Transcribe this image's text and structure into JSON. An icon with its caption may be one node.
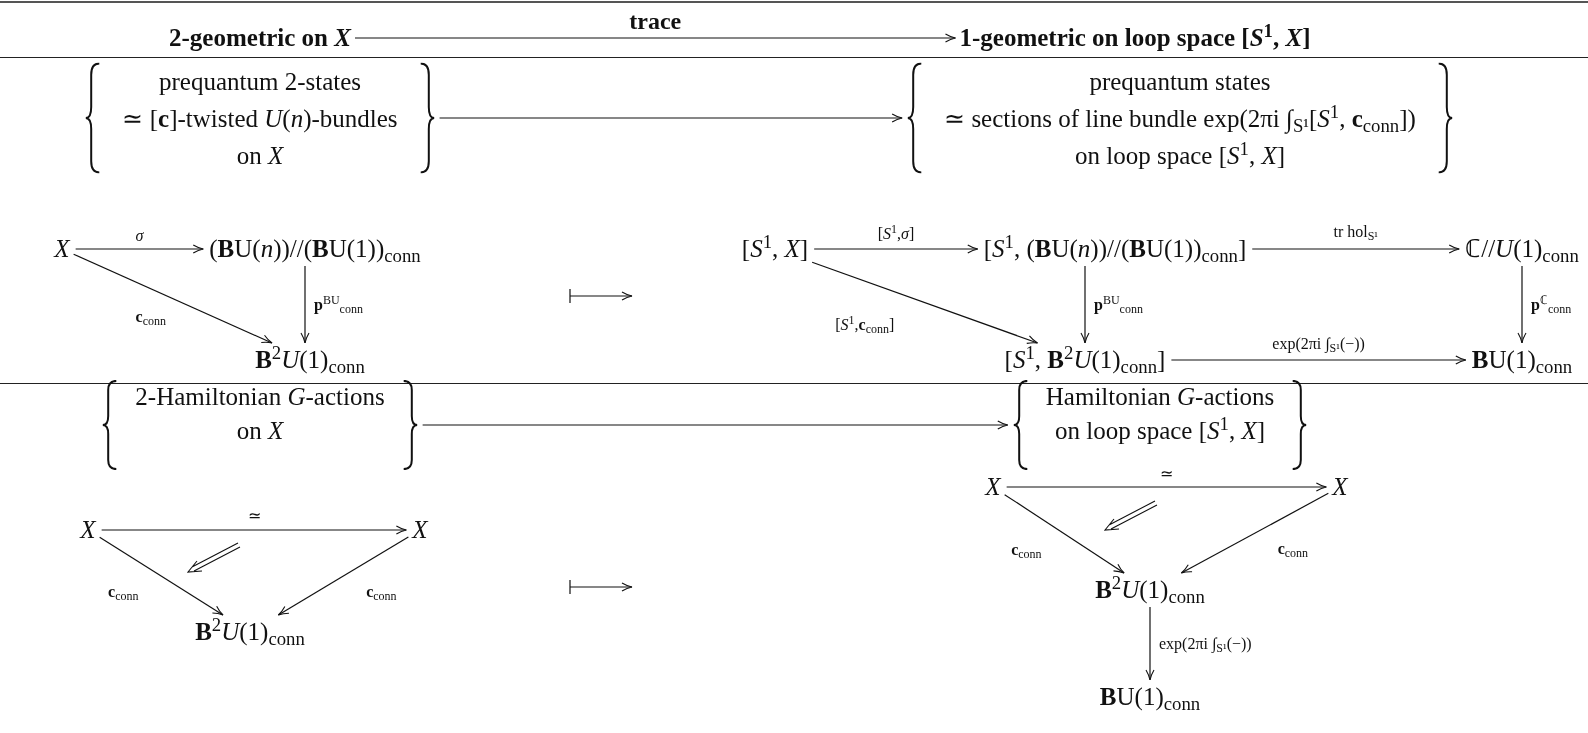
{
  "diagram": {
    "nodes": [
      {
        "text": [
          "2-geometric on *X*"
        ]
      },
      {
        "text": [
          "1-geometric on loop space [*S*$^{1}$, *X*]"
        ]
      },
      {
        "text": [
          "prequantum 2-states",
          "≃ [**c**]-twisted *U*(*n*)-bundles",
          "on *X*"
        ]
      },
      {
        "text": [
          "prequantum states",
          "≃ sections of line bundle exp(2πi ∫$_{S¹}$[*S*$^{1}$, **c**$_{conn}$])",
          "on loop space [*S*$^{1}$, *X*]"
        ]
      },
      {
        "text": [
          "*X*"
        ]
      },
      {
        "text": [
          "(**B**U(*n*))//(**B**U(1))$_{conn}$"
        ]
      },
      {
        "text": [
          "**B**$^{2}$*U*(1)$_{conn}$"
        ]
      },
      {
        "text": [
          "[*S*$^{1}$, *X*]"
        ]
      },
      {
        "text": [
          "[*S*$^{1}$, (**B**U(*n*))//(**B**U(1))$_{conn}$]"
        ]
      },
      {
        "text": [
          "ℂ//*U*(1)$_{conn}$"
        ]
      },
      {
        "text": [
          "[*S*$^{1}$, **B**$^{2}$*U*(1)$_{conn}$]"
        ]
      },
      {
        "text": [
          "**B**U(1)$_{conn}$"
        ]
      },
      {
        "text": [
          "2-Hamiltonian *G*-actions",
          "on *X*"
        ]
      },
      {
        "text": [
          "Hamiltonian *G*-actions",
          "on loop space [*S*$^{1}$, *X*]"
        ]
      },
      {
        "text": [
          "*X*"
        ]
      },
      {
        "text": [
          "*X*"
        ]
      },
      {
        "text": [
          "**B**$^{2}$*U*(1)$_{conn}$"
        ]
      },
      {
        "text": [
          "*X*"
        ]
      },
      {
        "text": [
          "*X*"
        ]
      },
      {
        "text": [
          "**B**$^{2}$*U*(1)$_{conn}$"
        ]
      },
      {
        "text": [
          "**B**U(1)$_{conn}$"
        ]
      }
    ],
    "edges": [
      {
        "from": 0,
        "to": 1,
        "arrow": "to",
        "label": "trace"
      },
      {
        "from": 2,
        "to": 3,
        "arrow": "to"
      },
      {
        "from": 4,
        "to": 5,
        "arrow": "to",
        "label": "*σ*"
      },
      {
        "from": 4,
        "to": 6,
        "arrow": "to",
        "label": "**c**$_{conn}$"
      },
      {
        "from": 5,
        "to": 6,
        "arrow": "to",
        "label": "**p**$^{BU}$$_{conn}$"
      },
      {
        "from": 7,
        "to": 8,
        "arrow": "to",
        "label": "[*S*$^{1}$,*σ*]"
      },
      {
        "from": 8,
        "to": 9,
        "arrow": "to",
        "label": "tr hol$_{S¹}$"
      },
      {
        "from": 7,
        "to": 10,
        "arrow": "to",
        "label": "[*S*$^{1}$,**c**$_{conn}$]"
      },
      {
        "from": 8,
        "to": 10,
        "arrow": "to",
        "label": "**p**$^{BU}$$_{conn}$"
      },
      {
        "from": 9,
        "to": 11,
        "arrow": "to",
        "label": "**p**$^{ℂ}$$_{conn}$"
      },
      {
        "from": 10,
        "to": 11,
        "arrow": "to",
        "label": "exp(2πi ∫$_{S¹}$(−))"
      },
      {
        "from": 12,
        "to": 13,
        "arrow": "to"
      },
      {
        "from": 14,
        "to": 15,
        "arrow": "to",
        "label": "≃"
      },
      {
        "from": 14,
        "to": 16,
        "arrow": "to",
        "label": "**c**$_{conn}$"
      },
      {
        "from": 15,
        "to": 16,
        "arrow": "to",
        "label": "**c**$_{conn}$"
      },
      {
        "from": 17,
        "to": 18,
        "arrow": "to",
        "label": "≃"
      },
      {
        "from": 17,
        "to": 19,
        "arrow": "to",
        "label": "**c**$_{conn}$"
      },
      {
        "from": 18,
        "to": 19,
        "arrow": "to",
        "label": "**c**$_{conn}$"
      },
      {
        "from": 19,
        "to": 20,
        "arrow": "to",
        "label": "exp(2πi ∫$_{S¹}$(−))"
      }
    ]
  }
}
